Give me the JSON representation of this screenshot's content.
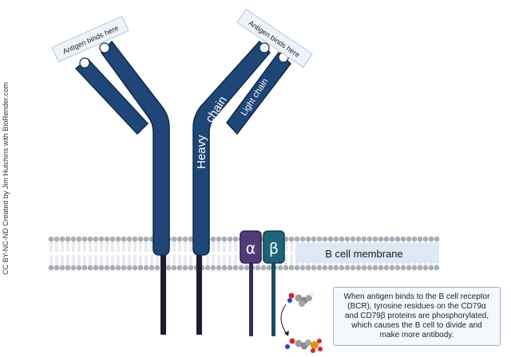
{
  "labels": {
    "antigen_left": "Antigen binds here",
    "antigen_right": "Antigen binds here",
    "heavy_chain_word1": "Heavy",
    "heavy_chain_word2": "chain",
    "light_chain": "Light chain",
    "alpha": "α",
    "beta": "β",
    "membrane": "B cell membrane"
  },
  "credit": "CC BY-NC-ND Created by Jim Hutchins with BioRender.com",
  "note": "When antigen binds to the B cell receptor (BCR), tyrosine residues on the CD79α and CD79β proteins are phosphorylated, which causes the B cell to divide and make more antibody.",
  "colors": {
    "antibody": "#1f4677",
    "antibody_outline": "#0f2a4d",
    "alpha": "#523a78",
    "beta": "#1e6479",
    "tail": "#1d1d2c",
    "lipid": "#a9adb8",
    "membrane_label_bg": "#dde8f4"
  }
}
